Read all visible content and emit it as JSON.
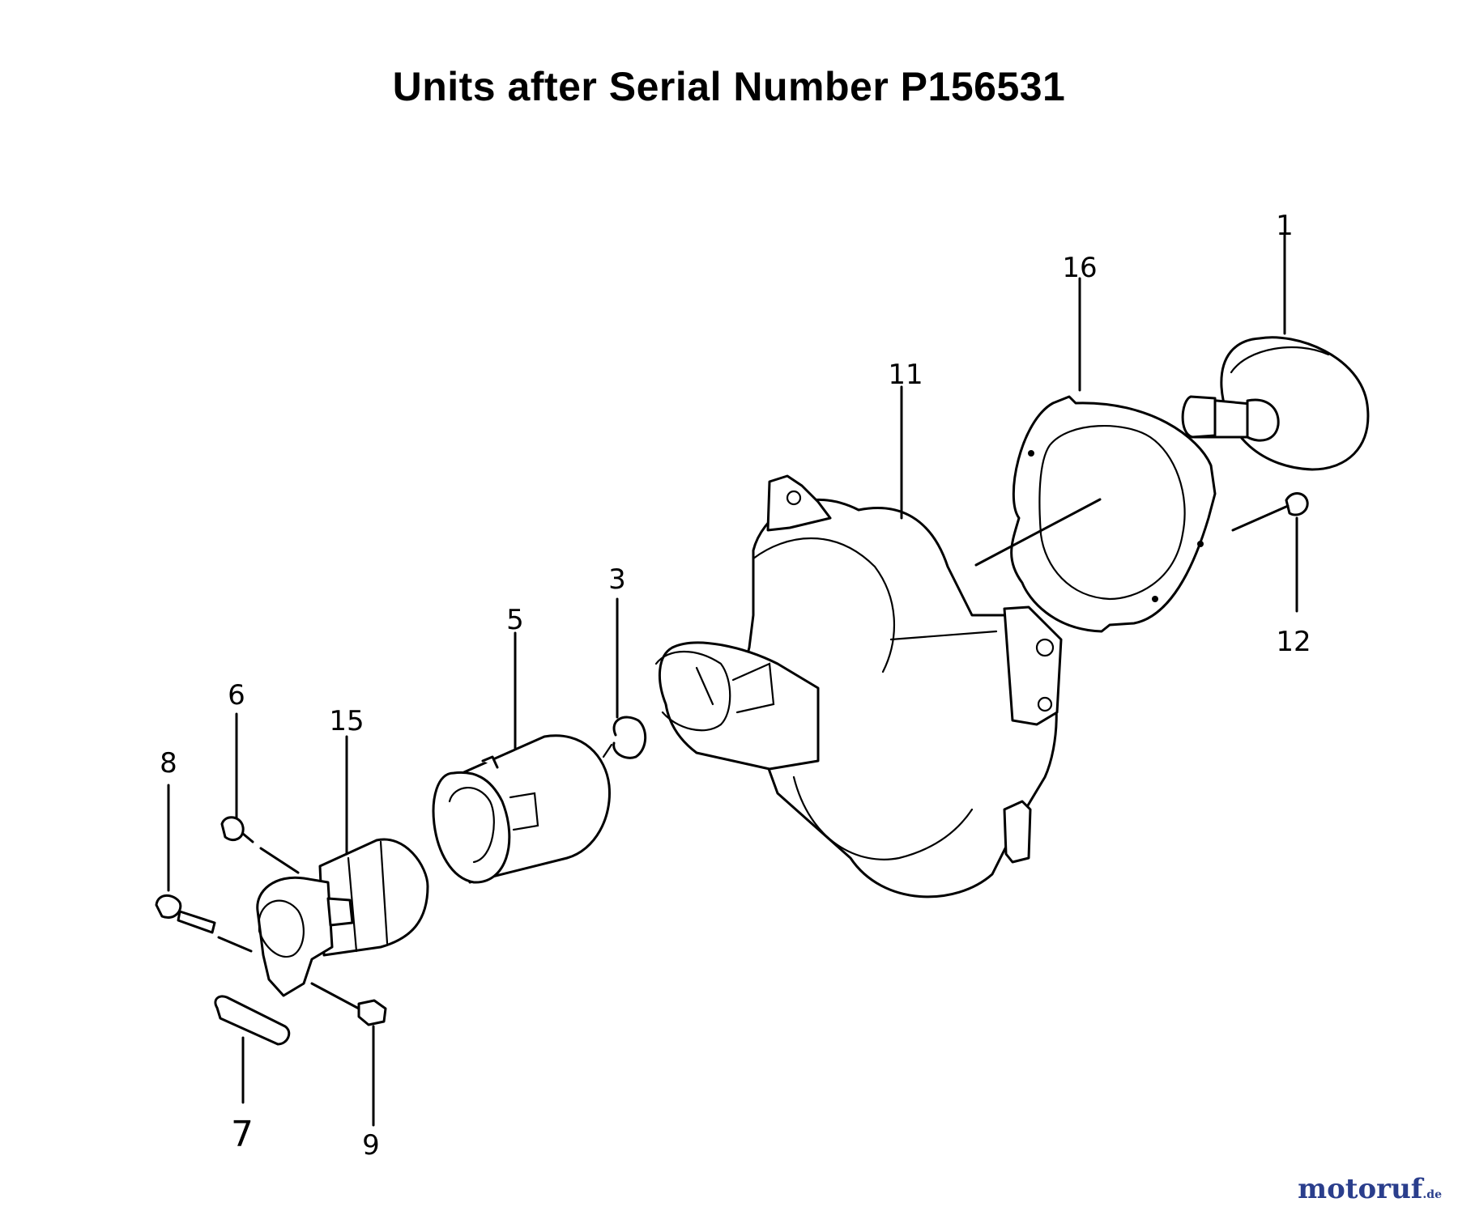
{
  "title": "Units after Serial Number P156531",
  "callouts": {
    "p1": "1",
    "p3": "3",
    "p5": "5",
    "p6": "6",
    "p7": "7",
    "p8": "8",
    "p9": "9",
    "p11": "11",
    "p12": "12",
    "p15": "15",
    "p16": "16"
  },
  "watermark": {
    "main": "motoruf",
    "suffix": ".de"
  }
}
